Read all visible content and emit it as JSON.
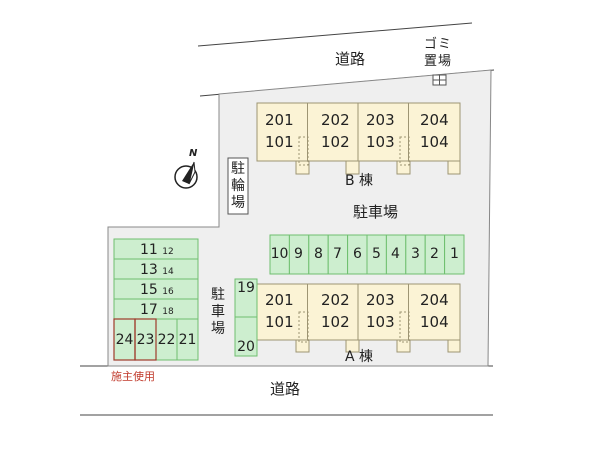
{
  "roads": {
    "top": "道路",
    "bottom": "道路"
  },
  "garbage_label": [
    "ゴ",
    "ミ",
    "置",
    "場"
  ],
  "compass_label": "N",
  "bicycle_parking_label": [
    "駐",
    "輪",
    "場"
  ],
  "parking_label_center": "駐車場",
  "parking_label_side": [
    "駐",
    "車",
    "場"
  ],
  "building_b": {
    "label": "B 棟",
    "units": [
      {
        "upper": "201",
        "lower": "101"
      },
      {
        "upper": "202",
        "lower": "102"
      },
      {
        "upper": "203",
        "lower": "103"
      },
      {
        "upper": "204",
        "lower": "104"
      }
    ]
  },
  "building_a": {
    "label": "A 棟",
    "units": [
      {
        "upper": "201",
        "lower": "101"
      },
      {
        "upper": "202",
        "lower": "102"
      },
      {
        "upper": "203",
        "lower": "103"
      },
      {
        "upper": "204",
        "lower": "104"
      }
    ]
  },
  "parking_row_center": [
    "10",
    "9",
    "8",
    "7",
    "6",
    "5",
    "4",
    "3",
    "2",
    "1"
  ],
  "parking_column_side": [
    "19",
    "20"
  ],
  "parking_left_rows": [
    {
      "main": "11",
      "sub": "12"
    },
    {
      "main": "13",
      "sub": "14"
    },
    {
      "main": "15",
      "sub": "16"
    },
    {
      "main": "17",
      "sub": "18"
    }
  ],
  "parking_left_bottom": [
    "24",
    "23",
    "22",
    "21"
  ],
  "owner_use_label": "施主使用",
  "colors": {
    "site": "#efefef",
    "building": "#fbf3d5",
    "building_border": "#9d9473",
    "parking": "#cdeecf",
    "parking_border": "#6fbf6f",
    "owner_border": "#9e3a2a"
  }
}
